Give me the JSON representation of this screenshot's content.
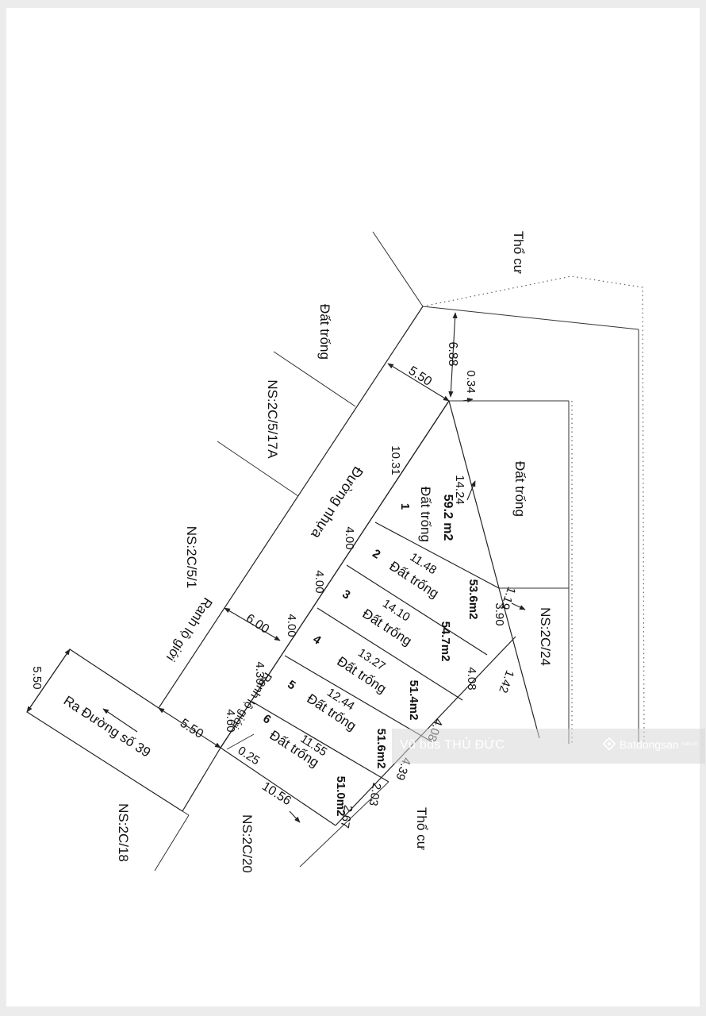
{
  "diagram": {
    "labels": {
      "tho_cu_top": "Thổ cư",
      "tho_cu_bottom": "Thổ cư",
      "dat_trong_left": "Đất trống",
      "dat_trong_right": "Đất trống",
      "ns_5_17a": "NS:2C/5/17A",
      "ns_5_1": "NS:2C/5/1",
      "ns_24": "NS:2C/24",
      "ns_18": "NS:2C/18",
      "ns_20": "NS:2C/20",
      "road": "Đường nhựa",
      "ranh_lo_gioi_1": "Ranh lộ giới",
      "ranh_lo_gioi_2": "Ranh lộ giới",
      "exit_road": "Ra Đường số 39"
    },
    "dimensions": {
      "d688": "6.88",
      "d034": "0.34",
      "d550_top": "5.50",
      "d1031": "10.31",
      "d1424": "14.24",
      "d400_a": "4.00",
      "d400_b": "4.00",
      "d400_c": "4.00",
      "d600": "6.00",
      "d430": "4.30",
      "d460": "4.60",
      "d025": "0.25",
      "d550_bottom": "5.50",
      "d550_left": "5.50",
      "d1056": "10.56",
      "d1148": "11.48",
      "d1410": "14.10",
      "d1327": "13.27",
      "d1244": "12.44",
      "d1155": "11.55",
      "d119": "1.19",
      "d390": "3.90",
      "d142": "1.42",
      "d408_a": "4.08",
      "d408_b": "4.08",
      "d439": "4.39",
      "d203": "2.03",
      "d267": "2.67"
    },
    "lots": [
      {
        "number": "1",
        "status": "Đất trống",
        "area": "59.2 m2"
      },
      {
        "number": "2",
        "status": "Đất trống",
        "area": "53.6m2"
      },
      {
        "number": "3",
        "status": "Đất trống",
        "area": "54.7m2"
      },
      {
        "number": "4",
        "status": "Đất trống",
        "area": "51.4m2"
      },
      {
        "number": "5",
        "status": "Đất trống",
        "area": "51.6m2"
      },
      {
        "number": "6",
        "status": "Đất trống",
        "area": "51.0m2"
      }
    ]
  },
  "watermark": {
    "left_text": "Vũ bds THỦ ĐỨC",
    "brand": "Batdongsan",
    "brand_suffix": "com.vn",
    "logo_icon": "batdongsan-logo-icon"
  }
}
